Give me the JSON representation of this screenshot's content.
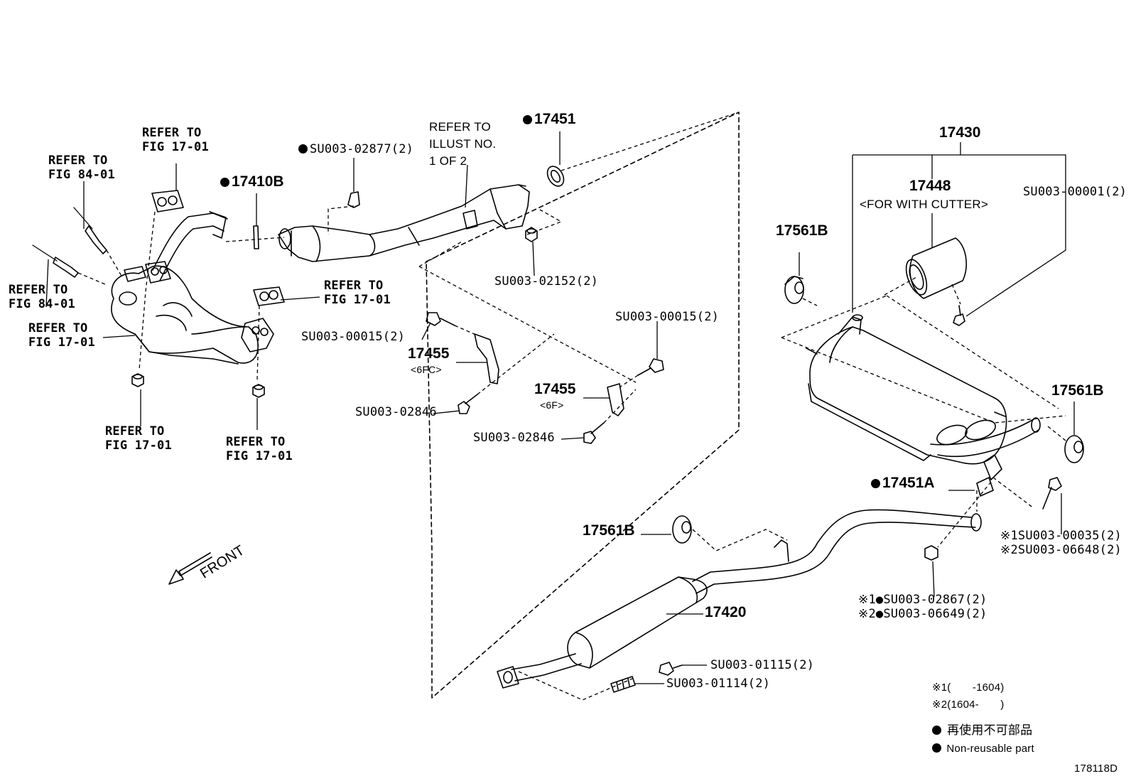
{
  "diagram": {
    "id_code": "178118D",
    "front_label": "FRONT",
    "refs": {
      "fig8401_a": [
        "REFER TO",
        "FIG 84-01"
      ],
      "fig8401_b": [
        "REFER TO",
        "FIG 84-01"
      ],
      "fig1701_top": [
        "REFER TO",
        "FIG 17-01"
      ],
      "fig1701_left": [
        "REFER TO",
        "FIG 17-01"
      ],
      "fig1701_mid": [
        "REFER TO",
        "FIG 17-01"
      ],
      "fig1701_bottom_a": [
        "REFER TO",
        "FIG 17-01"
      ],
      "fig1701_bottom_b": [
        "REFER TO",
        "FIG 17-01"
      ],
      "illust": [
        "REFER TO",
        "ILLUST NO.",
        "1 OF 2"
      ]
    },
    "parts": {
      "p17410B": "17410B",
      "pSU02877": "SU003-02877(2)",
      "p17451": "17451",
      "pSU02152": "SU003-02152(2)",
      "pSU00015_a": "SU003-00015(2)",
      "p17455_a": "17455",
      "p17455_a_var": "<6FC>",
      "pSU02846_a": "SU003-02846",
      "pSU00015_b": "SU003-00015(2)",
      "p17455_b": "17455",
      "p17455_b_var": "<6F>",
      "pSU02846_b": "SU003-02846",
      "p17430": "17430",
      "p17448": "17448",
      "p17448_note": "<FOR WITH CUTTER>",
      "pSU00001": "SU003-00001(2)",
      "p17561B_a": "17561B",
      "p17561B_b": "17561B",
      "p17561B_c": "17561B",
      "p17451A": "17451A",
      "pSU00035": "※1SU003-00035(2)",
      "pSU06648": "※2SU003-06648(2)",
      "pSU02867": "※1●SU003-02867(2)",
      "pSU06649": "※2●SU003-06649(2)",
      "p17420": "17420",
      "pSU01115": "SU003-01115(2)",
      "pSU01114": "SU003-01114(2)"
    },
    "legend": {
      "note1": "※1(　　-1604)",
      "note2": "※2(1604-　　)",
      "nonreuse_jp": "再使用不可部品",
      "nonreuse_en": "Non-reusable part"
    }
  }
}
